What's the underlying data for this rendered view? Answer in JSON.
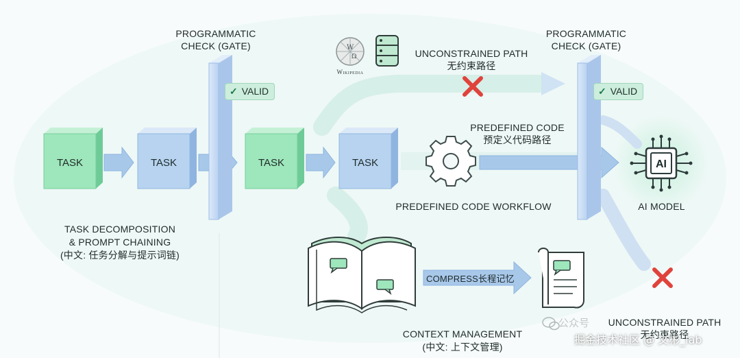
{
  "tasks": {
    "t1": "TASK",
    "t2": "TASK",
    "t3": "TASK",
    "t4": "TASK"
  },
  "gate_left": {
    "line1": "PROGRAMMATIC",
    "line2": "CHECK (GATE)",
    "valid": "VALID"
  },
  "gate_right": {
    "line1": "PROGRAMMATIC",
    "line2": "CHECK (GATE)",
    "valid": "VALID"
  },
  "wikipedia": "Wikipedia",
  "unconstrained_top": {
    "en": "UNCONSTRAINED PATH",
    "cn": "无约束路径"
  },
  "predefined_code": {
    "en": "PREDEFINED CODE",
    "cn": "预定义代码路径"
  },
  "predefined_workflow": "PREDEFINED CODE WORKFLOW",
  "ai_model": {
    "chip": "AI",
    "label": "AI MODEL"
  },
  "decomposition": {
    "line1": "TASK DECOMPOSITION",
    "line2": "& PROMPT CHAINING",
    "line3": "(中文: 任务分解与提示词链)"
  },
  "compress": "COMPRESS长程记忆",
  "context": {
    "line1": "CONTEXT MANAGEMENT",
    "line2": "(中文: 上下文管理)"
  },
  "unconstrained_bottom": {
    "en": "UNCONSTRAINED PATH",
    "cn": "无约束路径"
  },
  "watermark": {
    "wechat": "公众号",
    "juejin": "掘金技术社区 @ 文彬_lab"
  },
  "colors": {
    "green_box": "#9ee6bb",
    "blue_box": "#b7d3f0",
    "arrow": "#a8c8ea",
    "red_x": "#e0433c",
    "gate": "#c6dcf5"
  },
  "icons": [
    "check-icon",
    "x-icon",
    "gear-icon",
    "database-icon",
    "wikipedia-globe-icon",
    "book-icon",
    "scroll-icon",
    "ai-chip-icon",
    "wechat-icon"
  ]
}
